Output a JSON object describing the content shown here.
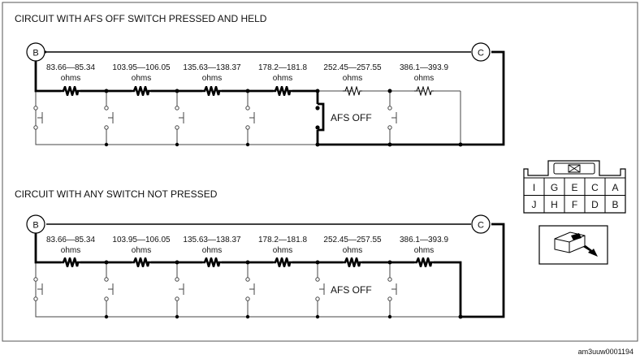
{
  "diagram": {
    "panel_top": {
      "title": "CIRCUIT WITH AFS OFF SWITCH PRESSED AND HELD",
      "node_left": "B",
      "node_right": "C",
      "switch_label": "AFS OFF",
      "resistors": [
        {
          "range": "83.66—85.34",
          "unit": "ohms"
        },
        {
          "range": "103.95—106.05",
          "unit": "ohms"
        },
        {
          "range": "135.63—138.37",
          "unit": "ohms"
        },
        {
          "range": "178.2—181.8",
          "unit": "ohms"
        },
        {
          "range": "252.45—257.55",
          "unit": "ohms"
        },
        {
          "range": "386.1—393.9",
          "unit": "ohms"
        }
      ]
    },
    "panel_bottom": {
      "title": "CIRCUIT WITH ANY SWITCH NOT PRESSED",
      "node_left": "B",
      "node_right": "C",
      "switch_label": "AFS OFF",
      "resistors": [
        {
          "range": "83.66—85.34",
          "unit": "ohms"
        },
        {
          "range": "103.95—106.05",
          "unit": "ohms"
        },
        {
          "range": "135.63—138.37",
          "unit": "ohms"
        },
        {
          "range": "178.2—181.8",
          "unit": "ohms"
        },
        {
          "range": "252.45—257.55",
          "unit": "ohms"
        },
        {
          "range": "386.1—393.9",
          "unit": "ohms"
        }
      ]
    },
    "connector": {
      "row_top": [
        "I",
        "G",
        "E",
        "C",
        "A"
      ],
      "row_bottom": [
        "J",
        "H",
        "F",
        "D",
        "B"
      ]
    },
    "figure_code": "am3uuw0001194"
  }
}
